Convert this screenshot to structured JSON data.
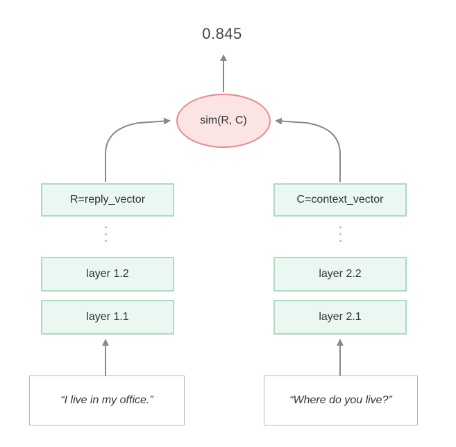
{
  "similarity": {
    "score": "0.845",
    "function_label": "sim(R, C)"
  },
  "left_tower": {
    "output_label": "R=reply_vector",
    "layer_top": "layer 1.2",
    "layer_bottom": "layer 1.1",
    "input_text": "“I live in my office.”"
  },
  "right_tower": {
    "output_label": "C=context_vector",
    "layer_top": "layer 2.2",
    "layer_bottom": "layer 2.1",
    "input_text": "“Where do you live?”"
  },
  "colors": {
    "sim_fill": "#fbe4e4",
    "sim_border": "#e88a8a",
    "layer_fill": "#eaf8f1",
    "layer_border": "#a9dcc2",
    "arrow": "#888888"
  }
}
